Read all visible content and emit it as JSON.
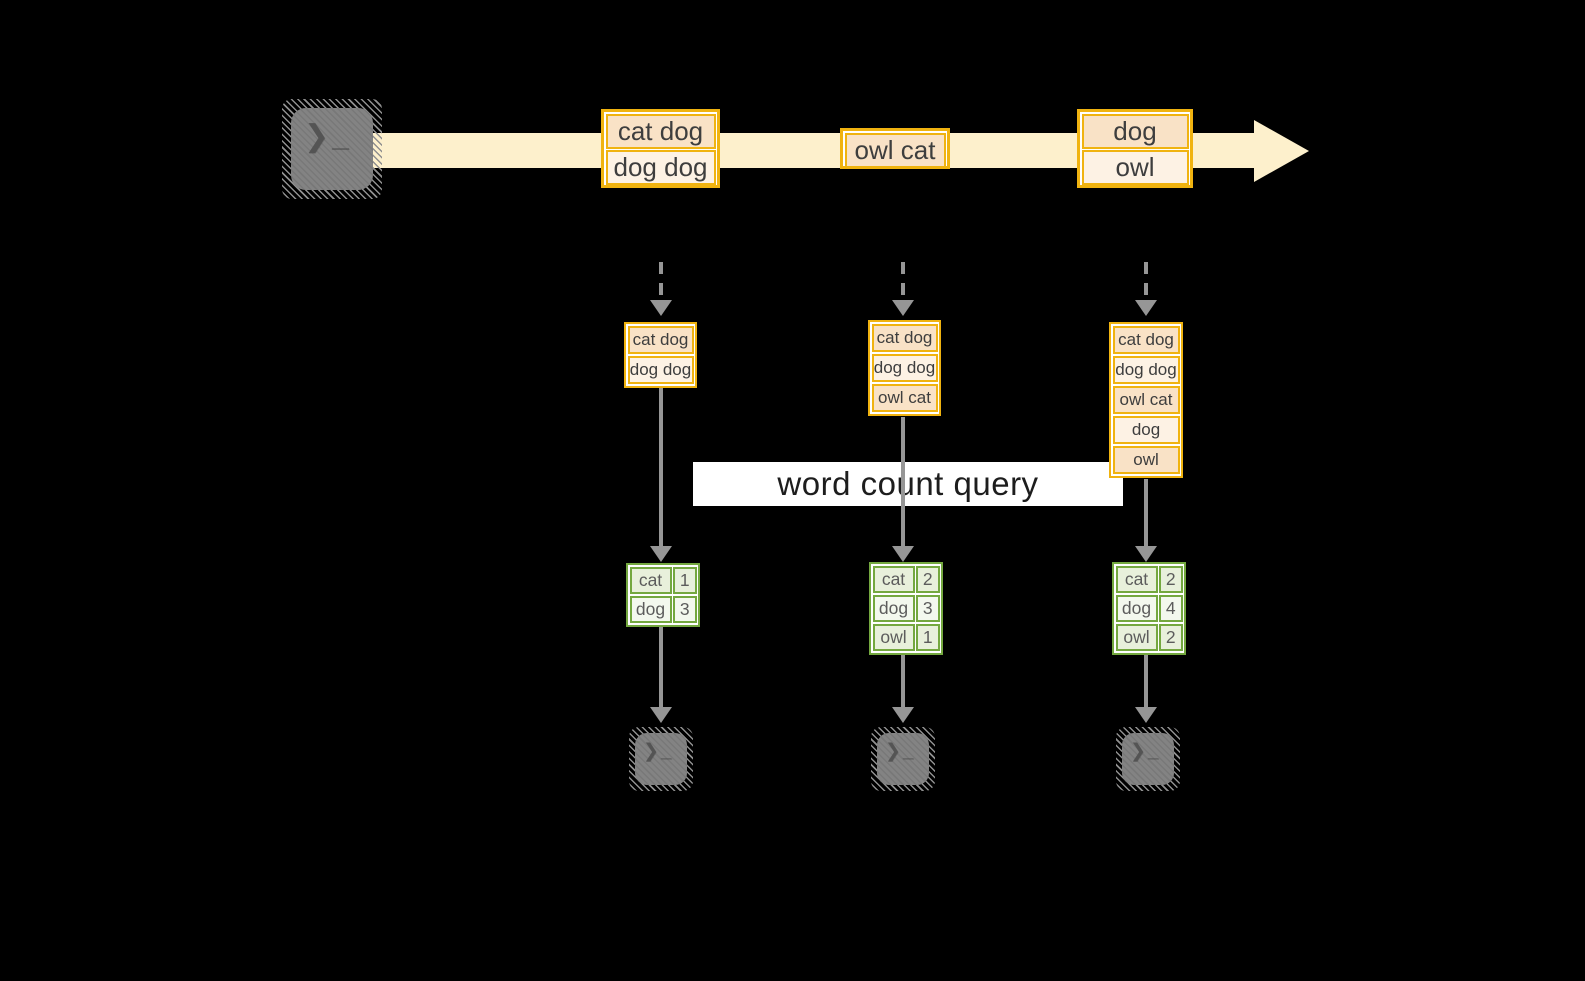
{
  "banner": {
    "label": "word count query"
  },
  "terminal_glyph": "❯_",
  "stream_records": [
    {
      "lines": [
        "cat dog",
        "dog dog"
      ]
    },
    {
      "lines": [
        "owl cat"
      ]
    },
    {
      "lines": [
        "dog",
        "owl"
      ]
    }
  ],
  "snapshots": [
    {
      "buffer": [
        "cat dog",
        "dog dog"
      ],
      "counts": [
        {
          "word": "cat",
          "count": "1"
        },
        {
          "word": "dog",
          "count": "3"
        }
      ]
    },
    {
      "buffer": [
        "cat dog",
        "dog dog",
        "owl cat"
      ],
      "counts": [
        {
          "word": "cat",
          "count": "2"
        },
        {
          "word": "dog",
          "count": "3"
        },
        {
          "word": "owl",
          "count": "1"
        }
      ]
    },
    {
      "buffer": [
        "cat dog",
        "dog dog",
        "owl cat",
        "dog",
        "owl"
      ],
      "counts": [
        {
          "word": "cat",
          "count": "2"
        },
        {
          "word": "dog",
          "count": "4"
        },
        {
          "word": "owl",
          "count": "2"
        }
      ]
    }
  ],
  "colors": {
    "background": "#000000",
    "stream_band": "#fdf0cc",
    "record_border": "#f0b310",
    "record_fill_dark": "#f9e2c6",
    "record_fill_light": "#fdf2e4",
    "table_border": "#74a83f",
    "table_fill_dark": "#e8f0db",
    "table_fill_light": "#f3f8ee",
    "connector_gray": "#969696",
    "terminal_gray": "#7e7e7e",
    "banner_bg": "#ffffff"
  }
}
